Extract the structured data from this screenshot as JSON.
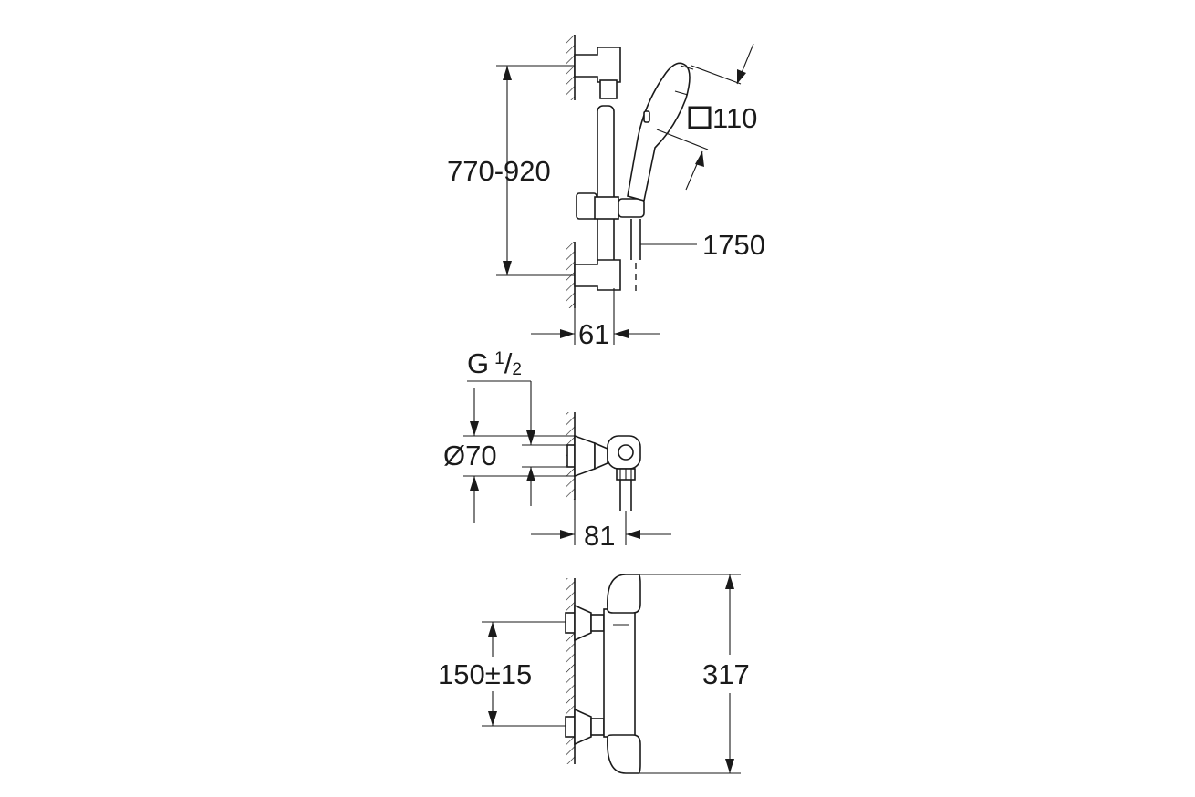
{
  "shower_set": {
    "rail_height_label": "770-920",
    "head_size_label": "110",
    "hose_length_label": "1750",
    "wall_offset_label": "61"
  },
  "valve_side": {
    "thread_prefix": "G",
    "thread_num": "1",
    "thread_den": "2",
    "diameter_label": "Ø70",
    "projection_label": "81"
  },
  "valve_front": {
    "centers_label": "150±15",
    "height_label": "317"
  }
}
